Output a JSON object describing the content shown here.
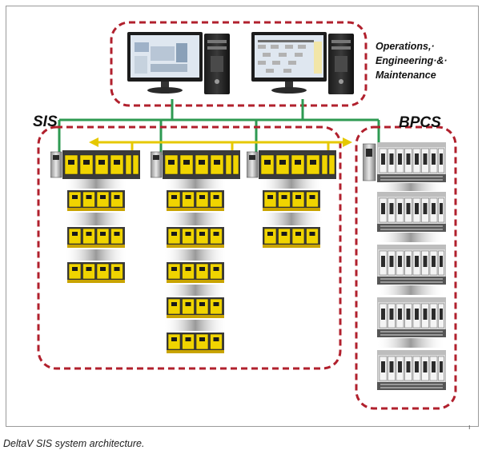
{
  "diagram": {
    "operations_label_lines": [
      "Operations,·",
      "Engineering·&·",
      "Maintenance"
    ],
    "sis_label": "SIS",
    "bpcs_label": "BPCS",
    "corner_mark": "ı"
  },
  "caption": "DeltaV SIS system architecture.",
  "colors": {
    "boundary": "#b1202d",
    "network": "#2e9a52",
    "peer_bus": "#e6c800",
    "module": "#f0d400"
  },
  "icons": [
    "workstation-icon",
    "sis-logic-solver-icon",
    "bpcs-controller-icon"
  ]
}
